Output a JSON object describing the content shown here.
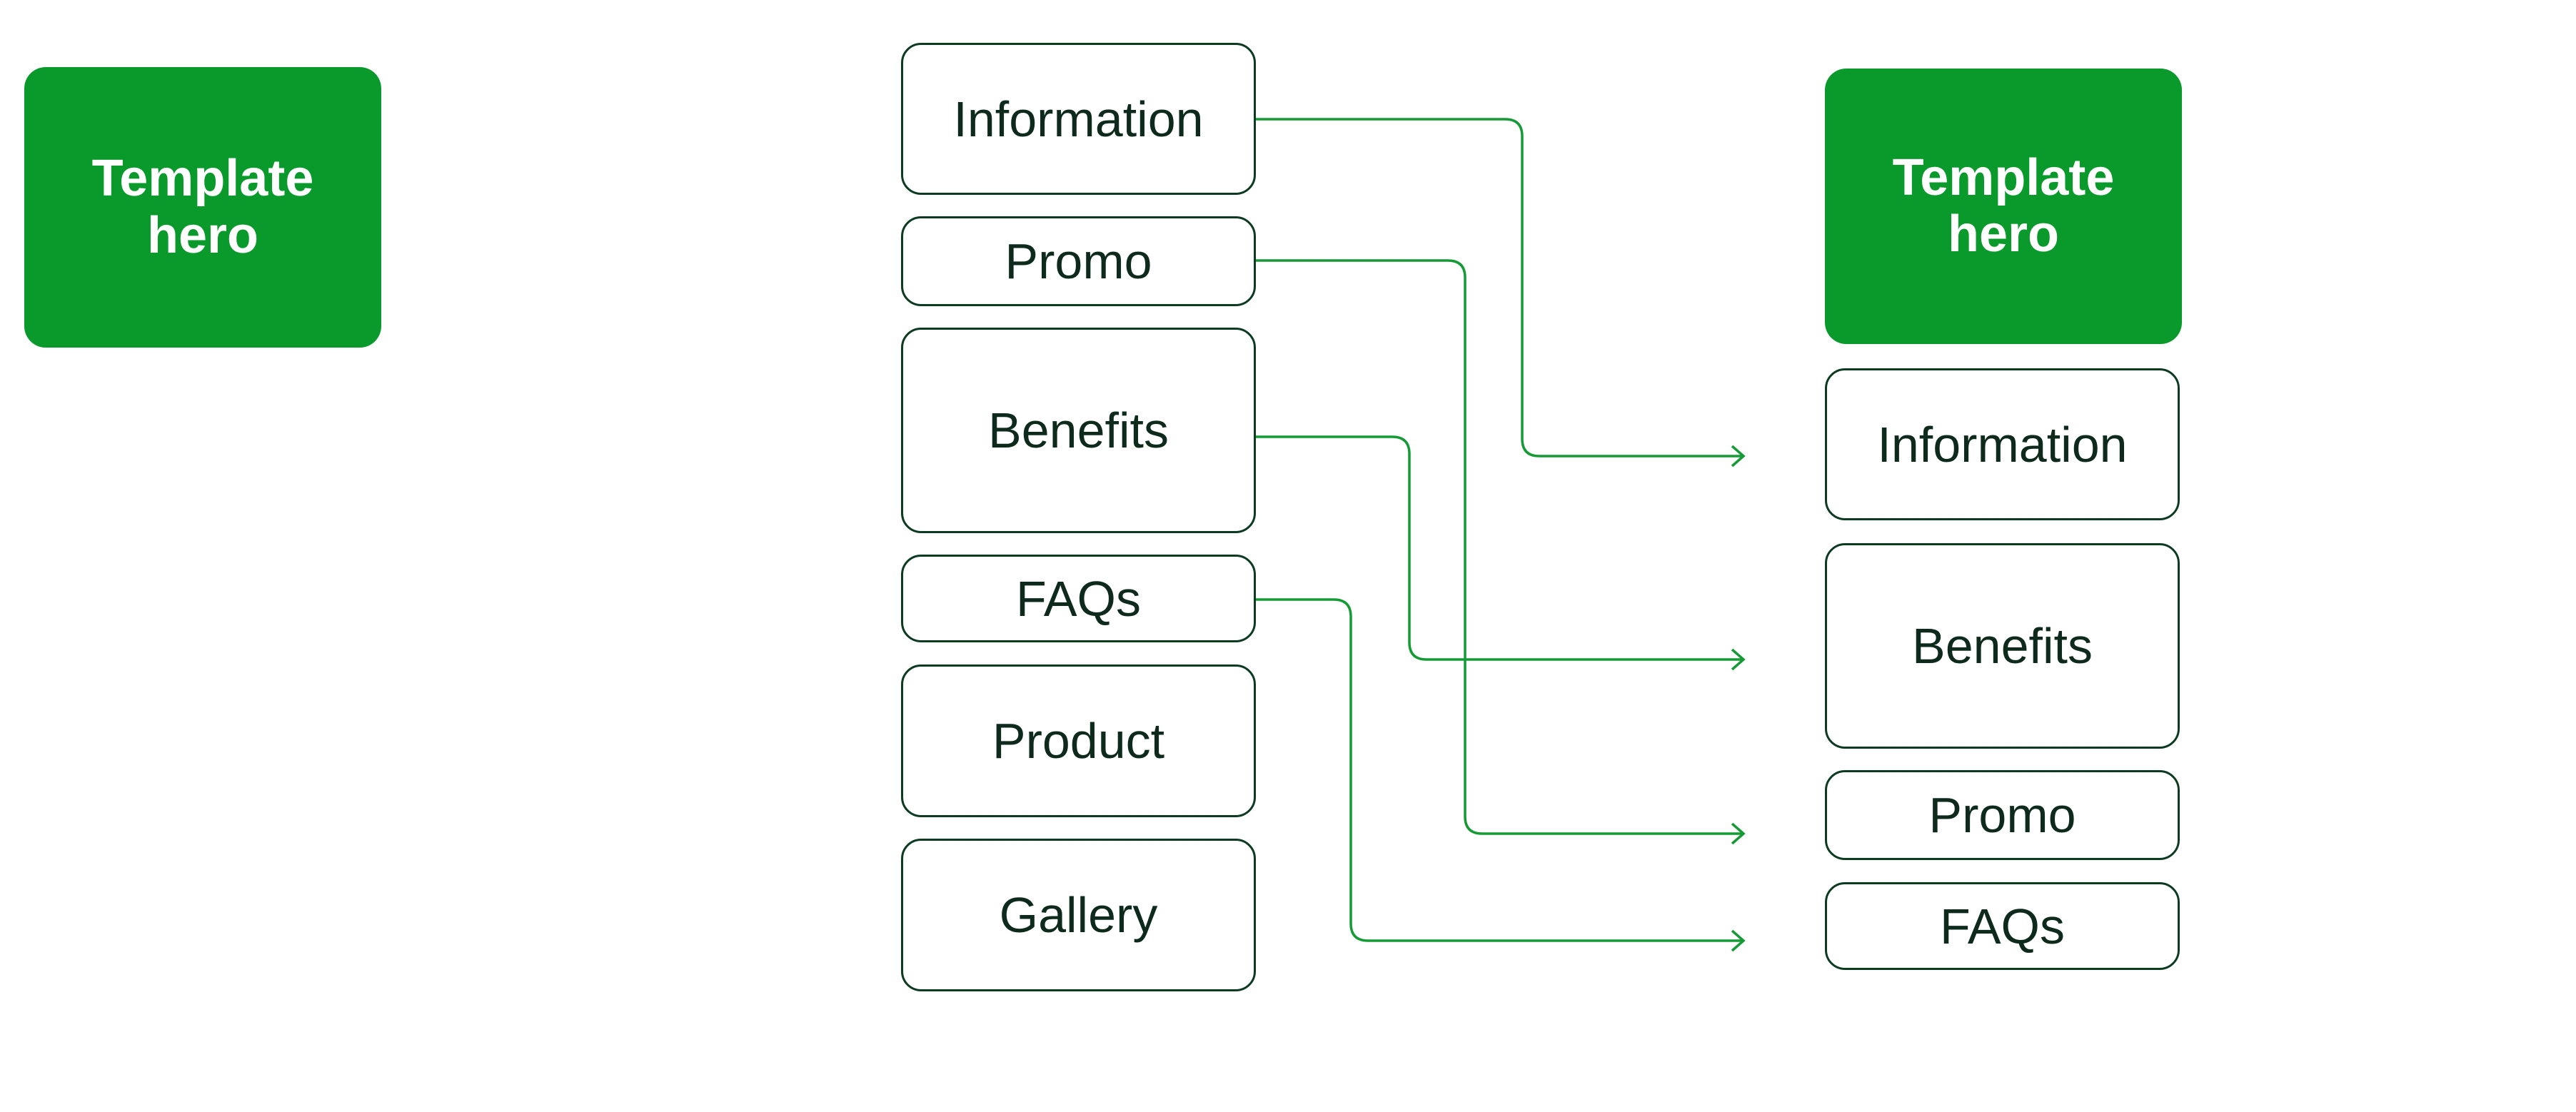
{
  "left_hero": {
    "label_line1": "Template",
    "label_line2": "hero"
  },
  "source_list": {
    "items": [
      {
        "label": "Information"
      },
      {
        "label": "Promo"
      },
      {
        "label": "Benefits"
      },
      {
        "label": "FAQs"
      },
      {
        "label": "Product"
      },
      {
        "label": "Gallery"
      }
    ]
  },
  "target_list": {
    "hero": {
      "label_line1": "Template",
      "label_line2": "hero"
    },
    "items": [
      {
        "label": "Information"
      },
      {
        "label": "Benefits"
      },
      {
        "label": "Promo"
      },
      {
        "label": "FAQs"
      }
    ]
  },
  "connections": [
    {
      "from": "Information",
      "to": "Information"
    },
    {
      "from": "Promo",
      "to": "Promo"
    },
    {
      "from": "Benefits",
      "to": "Benefits"
    },
    {
      "from": "FAQs",
      "to": "FAQs"
    }
  ],
  "colors": {
    "hero_fill": "#0a9a2c",
    "box_border": "#0d3b22",
    "connector": "#159a36"
  }
}
